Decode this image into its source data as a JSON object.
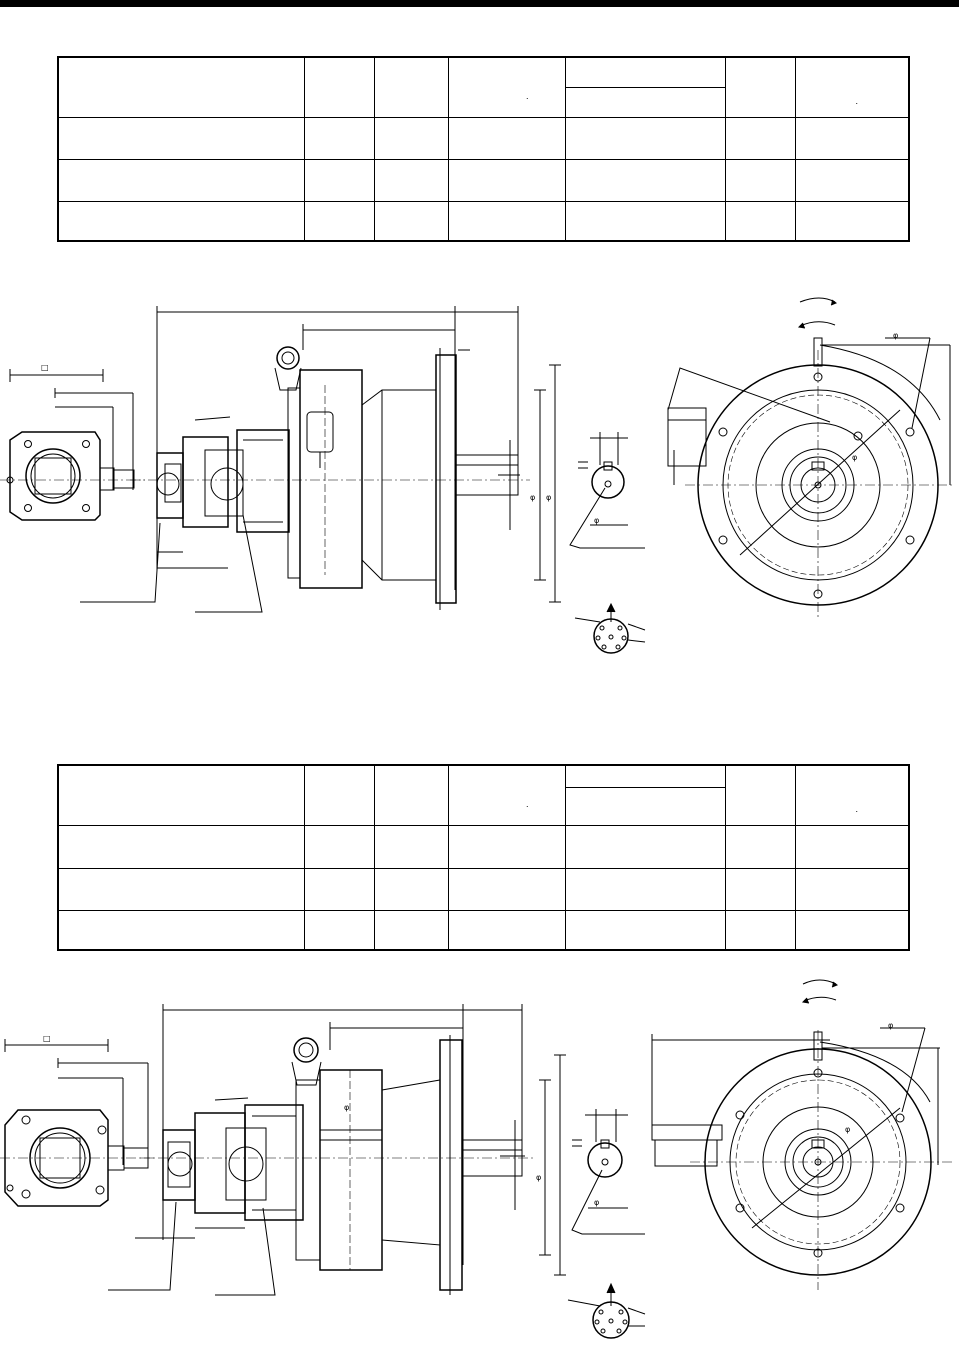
{
  "page": {
    "table1": {
      "header_marks": [
        "",
        "",
        "",
        ".",
        "",
        "",
        "."
      ],
      "rows": [
        [
          "",
          "",
          "",
          "",
          "",
          "",
          ""
        ],
        [
          "",
          "",
          "",
          "",
          "",
          "",
          ""
        ],
        [
          "",
          "",
          "",
          "",
          "",
          "",
          ""
        ]
      ]
    },
    "table2": {
      "header_marks": [
        "",
        "",
        "",
        ".",
        "",
        "",
        "."
      ],
      "rows": [
        [
          "",
          "",
          "",
          "",
          "",
          "",
          ""
        ],
        [
          "",
          "",
          "",
          "",
          "",
          "",
          ""
        ],
        [
          "",
          "",
          "",
          "",
          "",
          "",
          ""
        ]
      ]
    },
    "drawing1": {
      "dim_symbols": [
        "□",
        "φ",
        "φ",
        "φ",
        "φ",
        "φ"
      ]
    },
    "drawing2": {
      "dim_symbols": [
        "□",
        "φ",
        "φ",
        "φ",
        "φ",
        "φ"
      ]
    }
  }
}
